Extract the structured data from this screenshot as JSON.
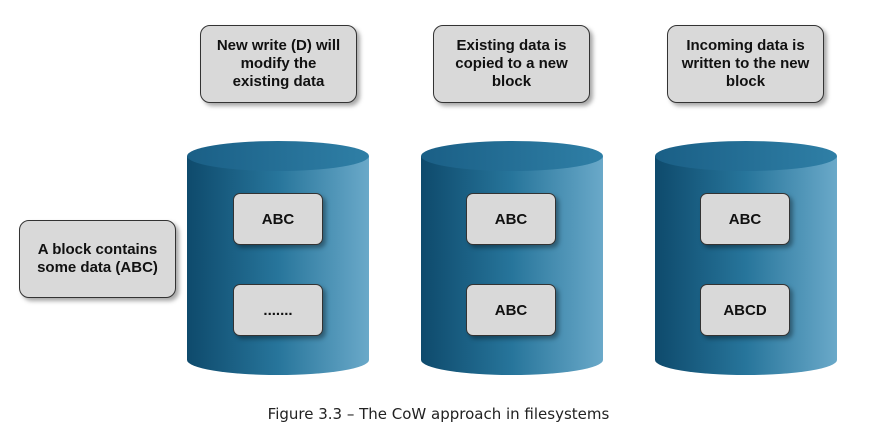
{
  "side_label": "A block contains\nsome data (ABC)",
  "steps": [
    {
      "label": "New write (D) will\nmodify the\nexisting data",
      "blocks": [
        "ABC",
        "......."
      ]
    },
    {
      "label": "Existing data is\ncopied to a new\nblock",
      "blocks": [
        "ABC",
        "ABC"
      ]
    },
    {
      "label": "Incoming data is\nwritten to the new\nblock",
      "blocks": [
        "ABC",
        "ABCD"
      ]
    }
  ],
  "caption": "Figure 3.3 – The CoW approach in filesystems",
  "colors": {
    "cylinder_dark": "#0e4a6c",
    "cylinder_mid": "#27759b",
    "cylinder_light": "#6aa9c9",
    "box_fill": "#d9d9d9"
  }
}
